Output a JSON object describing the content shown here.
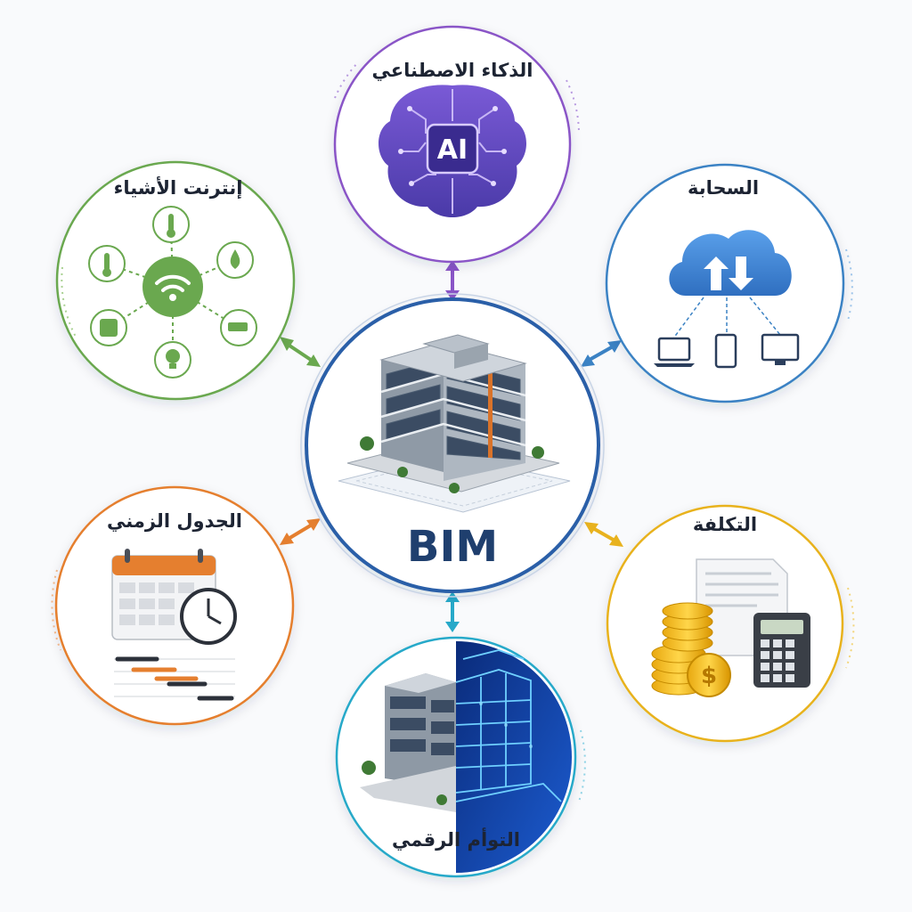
{
  "center": {
    "label": "BIM",
    "color": "#2a5ea8"
  },
  "nodes": {
    "ai": {
      "title": "الذكاء الاصطناعي",
      "icon": "ai-brain-icon",
      "badge": "AI",
      "color": "#8a55c7"
    },
    "iot": {
      "title": "إنترنت الأشياء",
      "icon": "iot-network-icon",
      "color": "#6aa84f"
    },
    "cloud": {
      "title": "السحابة",
      "icon": "cloud-sync-icon",
      "color": "#3b82c4"
    },
    "cost": {
      "title": "التكلفة",
      "icon": "cost-calculator-icon",
      "color": "#e8b21e"
    },
    "schedule": {
      "title": "الجدول الزمني",
      "icon": "calendar-gantt-icon",
      "color": "#e57f2f"
    },
    "twin": {
      "title": "التوأم الرقمي",
      "icon": "digital-twin-icon",
      "color": "#27a9c9"
    }
  }
}
